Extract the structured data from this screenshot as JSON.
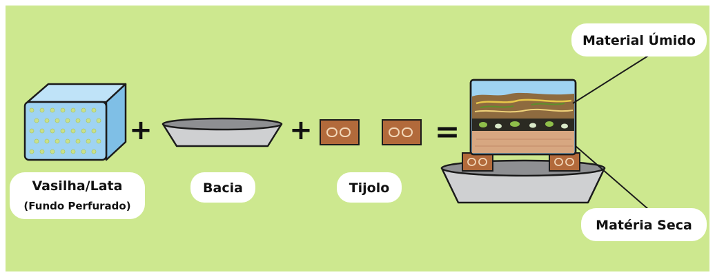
{
  "labels": {
    "vasilha": "Vasilha/Lata",
    "vasilha_sub": "(Fundo Perfurado)",
    "bacia": "Bacia",
    "tijolo": "Tijolo",
    "material_umido": "Material Úmido",
    "materia_seca": "Matéria Seca"
  },
  "operators": {
    "plus_1": "+",
    "plus_2": "+",
    "equals": "="
  },
  "colors": {
    "background": "#cde88f",
    "container_blue": "#9fd3f2",
    "hole_green": "#c9e08a",
    "basin_gray": "#cfd0d2",
    "brick_brown": "#b26a3b",
    "dry_layer": "#d7a781",
    "wet_layer": "#8e6b3f",
    "label_box": "#ffffff"
  }
}
